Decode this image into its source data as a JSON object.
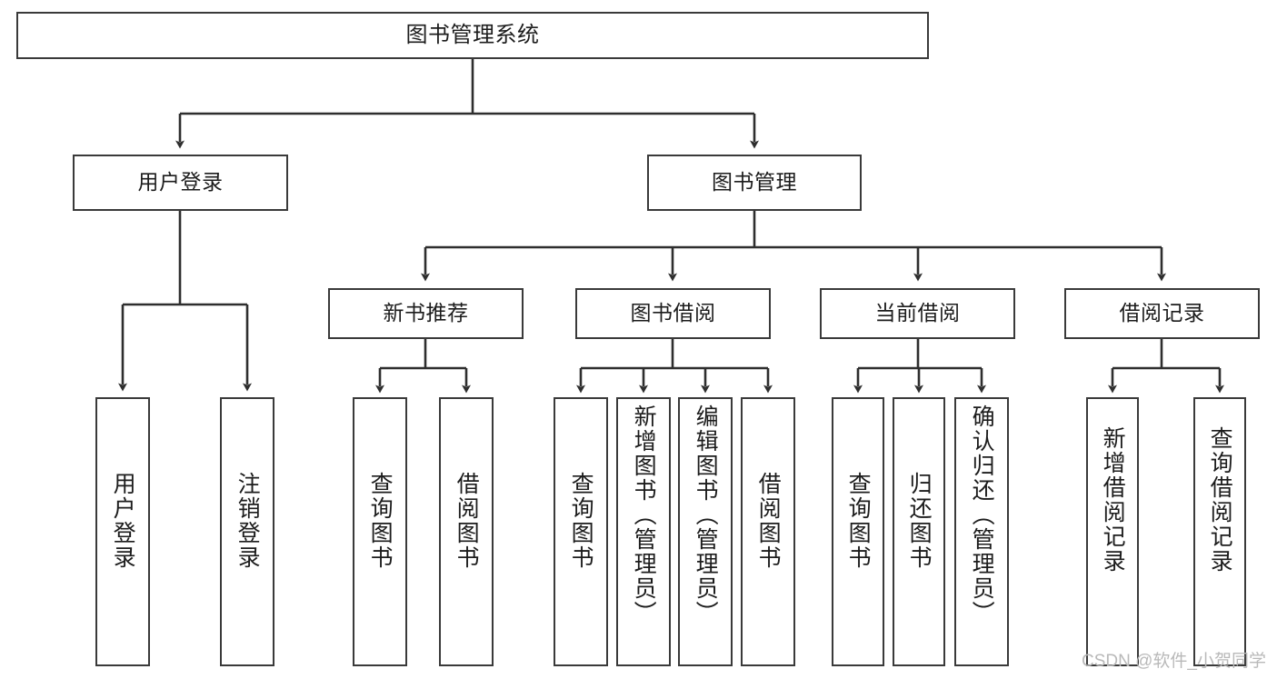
{
  "diagram": {
    "type": "tree-hierarchy",
    "title": "图书管理系统",
    "root": {
      "id": "root",
      "label": "图书管理系统"
    },
    "level2": [
      {
        "id": "user-login",
        "label": "用户登录"
      },
      {
        "id": "book-manage",
        "label": "图书管理"
      }
    ],
    "level3": [
      {
        "id": "new-book-recommend",
        "label": "新书推荐",
        "parent": "book-manage"
      },
      {
        "id": "book-borrow",
        "label": "图书借阅",
        "parent": "book-manage"
      },
      {
        "id": "current-borrow",
        "label": "当前借阅",
        "parent": "book-manage"
      },
      {
        "id": "borrow-record",
        "label": "借阅记录",
        "parent": "book-manage"
      }
    ],
    "leaves": [
      {
        "id": "leaf-user-login",
        "label": "用户登录",
        "parent": "user-login"
      },
      {
        "id": "leaf-logout-login",
        "label": "注销登录",
        "parent": "user-login"
      },
      {
        "id": "leaf-query-book-1",
        "label": "查询图书",
        "parent": "new-book-recommend"
      },
      {
        "id": "leaf-borrow-book-1",
        "label": "借阅图书",
        "parent": "new-book-recommend"
      },
      {
        "id": "leaf-query-book-2",
        "label": "查询图书",
        "parent": "book-borrow"
      },
      {
        "id": "leaf-add-book",
        "label": "新增图书（管理员）",
        "parent": "book-borrow"
      },
      {
        "id": "leaf-edit-book",
        "label": "编辑图书（管理员）",
        "parent": "book-borrow"
      },
      {
        "id": "leaf-borrow-book-2",
        "label": "借阅图书",
        "parent": "book-borrow"
      },
      {
        "id": "leaf-query-book-3",
        "label": "查询图书",
        "parent": "current-borrow"
      },
      {
        "id": "leaf-return-book",
        "label": "归还图书",
        "parent": "current-borrow"
      },
      {
        "id": "leaf-confirm-return",
        "label": "确认归还（管理员）",
        "parent": "current-borrow"
      },
      {
        "id": "leaf-add-record",
        "label": "新增借阅记录",
        "parent": "borrow-record"
      },
      {
        "id": "leaf-query-record",
        "label": "查询借阅记录",
        "parent": "borrow-record"
      }
    ],
    "colors": {
      "box_border": "#3a3a3a",
      "box_fill": "#ffffff",
      "edge": "#2e2e2e",
      "text": "#1c1c1c",
      "watermark": "#b9b9b9",
      "background": "#ffffff"
    }
  },
  "watermark": {
    "text": "CSDN @软件_小贺同学"
  }
}
